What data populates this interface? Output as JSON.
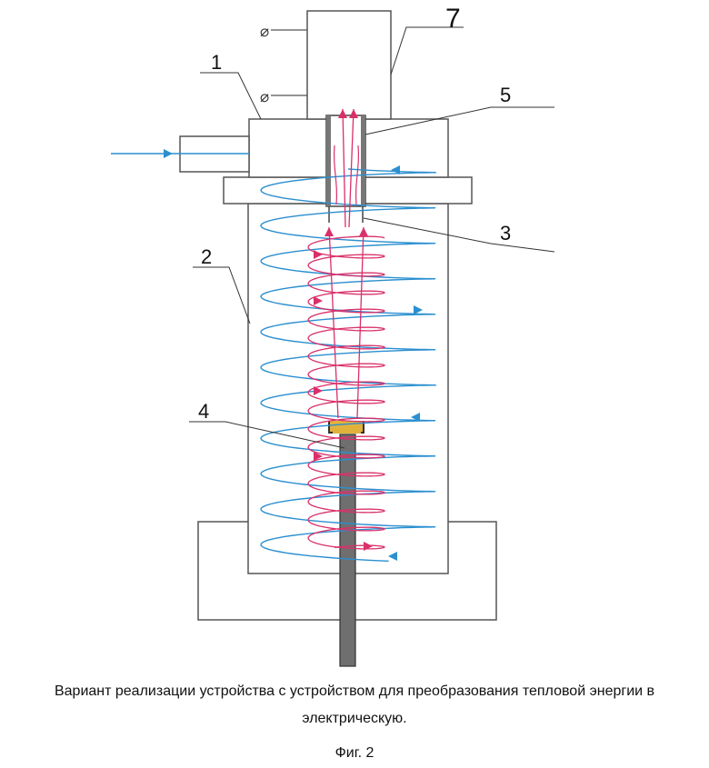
{
  "labels": {
    "part1": "1",
    "part2": "2",
    "part3": "3",
    "part4": "4",
    "part5": "5",
    "part7": "7"
  },
  "terminals": [
    "⌀",
    "⌀"
  ],
  "caption": {
    "line1": "Вариант реализации устройства с устройством для преобразования тепловой энергии в",
    "line2": "электрическую.",
    "figure": "Фиг. 2"
  },
  "colors": {
    "outline": "#555555",
    "blue_flow": "#2b8fd0",
    "red_flow": "#d9306a",
    "rod": "#6f6f6f",
    "holder_fill": "#e0b23c",
    "ink": "#111111"
  }
}
